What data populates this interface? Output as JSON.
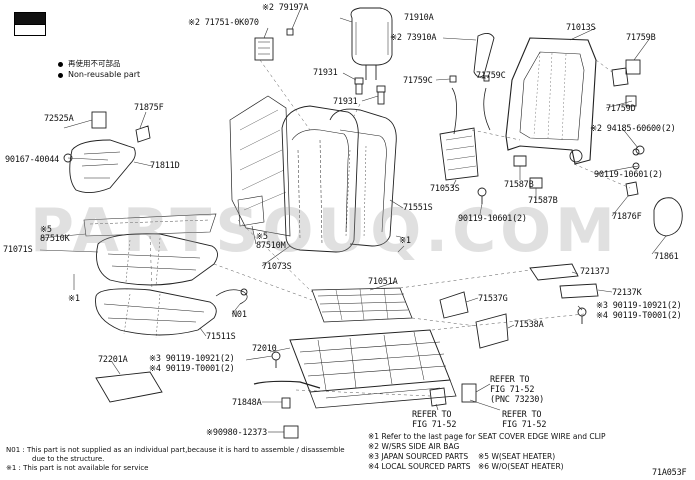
{
  "legend": {
    "non_reusable_jp": "再使用不可部品",
    "non_reusable": "Non-reusable part"
  },
  "parts": {
    "p79197A": "※2 79197A",
    "p71751": "※2 71751-0K070",
    "p71910A": "71910A",
    "p73910A": "※2 73910A",
    "p71013S": "71013S",
    "p71759B": "71759B",
    "p71931a": "71931",
    "p71931b": "71931",
    "p71759Ca": "71759C",
    "p71759Cb": "71759C",
    "p71759D": "71759D",
    "p94185": "※2 94185-60600(2)",
    "p72525A": "72525A",
    "p71875F": "71875F",
    "p90167": "90167-40044",
    "p71811D": "71811D",
    "p71053S": "71053S",
    "p71587Ba": "71587B",
    "p71587Bb": "71587B",
    "p90119a": "90119-10601(2)",
    "p90119b": "90119-10601(2)",
    "p71551S": "71551S",
    "p71876F": "71876F",
    "p87510K_mark": "※5",
    "p87510K": "87510K",
    "p71071S": "71071S",
    "p87510M_mark": "※5",
    "p87510M": "87510M",
    "p71073S": "71073S",
    "mark1a": "※1",
    "mark1b": "※1",
    "p71861": "71861",
    "p71051A": "71051A",
    "p72137J": "72137J",
    "p72137K": "72137K",
    "p71537G": "71537G",
    "p90119c": "※3 90119-10921(2)",
    "p90119d": "※4 90119-T0001(2)",
    "pN01": "N01",
    "p71511S": "71511S",
    "p71538A": "71538A",
    "p72201A": "72201A",
    "p72010": "72010",
    "p90119e": "※3 90119-10921(2)",
    "p90119f": "※4 90119-T0001(2)",
    "ref1a": "REFER TO",
    "ref1b": "FIG 71-52",
    "ref1c": "(PNC 73230)",
    "p71848A": "71848A",
    "ref2a": "REFER TO",
    "ref2b": "FIG 71-52",
    "ref3a": "REFER TO",
    "ref3b": "FIG 71-52",
    "p90980": "※90980-12373",
    "code": "71A053F"
  },
  "notes": {
    "n1": "※1  Refer to the last page for SEAT COVER EDGE WIRE and CLIP",
    "n2": "※2  W/SRS SIDE AIR BAG",
    "n3": "※3  JAPAN SOURCED PARTS",
    "n4": "※4  LOCAL SOURCED PARTS",
    "n5": "※5  W(SEAT HEATER)",
    "n6": "※6  W/O(SEAT HEATER)",
    "f1": "N01 : This part is not supplied as an individual part,because it is hard to assemble / disassemble",
    "f2": "due to the structure.",
    "f3": "※1 : This part is not available for service"
  },
  "watermark": "PARTSOUQ.COM"
}
